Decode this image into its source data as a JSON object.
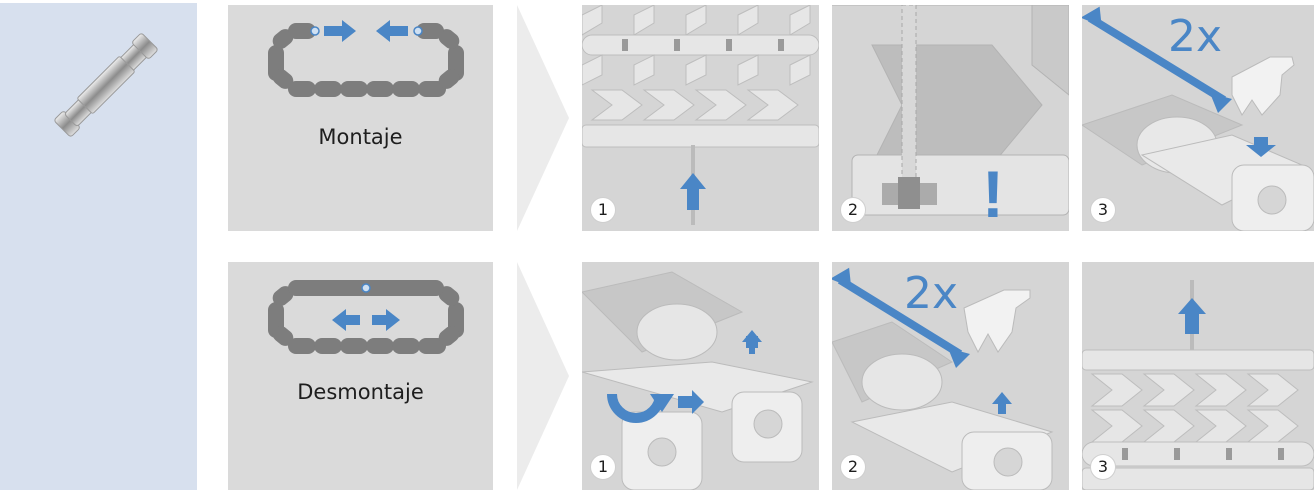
{
  "colors": {
    "sidebar": "#d7e0ee",
    "panel": "#d5d5d5",
    "accent_arrow": "#4a86c6",
    "chain_link": "#7d7d7d",
    "warning": "#4a86c6"
  },
  "sidebar": {
    "icon": "chain-pin-icon"
  },
  "assembly": {
    "label": "Montaje",
    "steps": [
      {
        "number": "1"
      },
      {
        "number": "2",
        "mark": "!"
      },
      {
        "number": "3",
        "multiplier": "2x"
      }
    ]
  },
  "disassembly": {
    "label": "Desmontaje",
    "steps": [
      {
        "number": "1"
      },
      {
        "number": "2",
        "multiplier": "2x"
      },
      {
        "number": "3"
      }
    ]
  }
}
